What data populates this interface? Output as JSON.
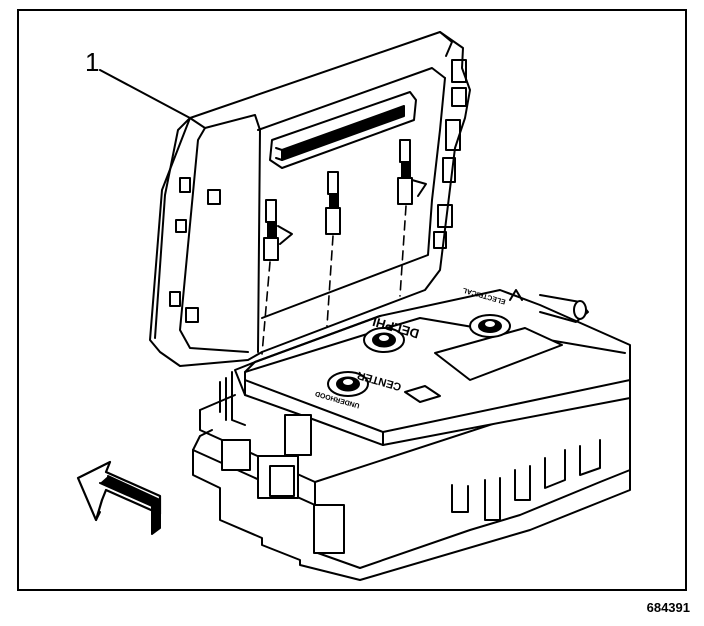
{
  "diagram": {
    "callout": "1",
    "figure_number": "684391",
    "module_labels": {
      "brand": "DELPHI",
      "line1": "UNDERHOOD",
      "line2": "ELECTRICAL",
      "line3": "CENTER"
    }
  }
}
